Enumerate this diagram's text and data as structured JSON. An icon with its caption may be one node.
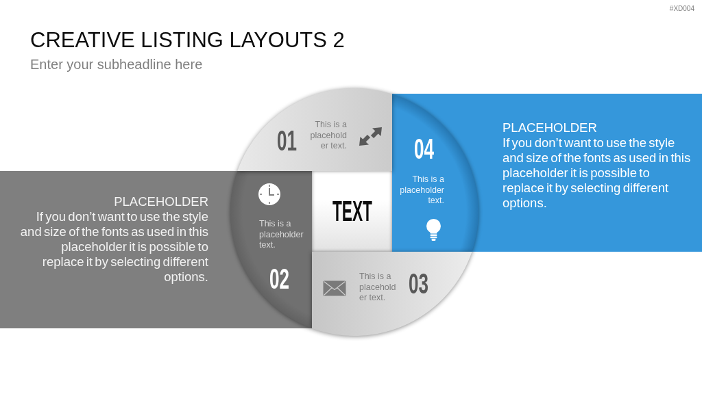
{
  "diagram": {
    "title": "CREATIVE LISTING LAYOUTS 2",
    "nodes": [
      {
        "text": [
          "01",
          "This is a placehold er text."
        ]
      },
      {
        "text": [
          "PLACEHOLDER",
          "If you don’t want to use the style and size of the fonts as used in this placeholder it is possible to replace it by selecting different options."
        ]
      },
      {
        "text": [
          "04",
          "This is a placeholder text."
        ],
        "in": 1
      },
      {
        "text": [
          "PLACEHOLDER",
          "If you don’t want to use the style and size of the fonts as used in this placeholder it is possible to replace it by selecting different options."
        ]
      },
      {
        "text": [
          "This is a placeholder text.",
          "02"
        ],
        "in": 3
      },
      {
        "text": [
          "TEXT"
        ]
      },
      {
        "text": [
          "This is a placehold er text.",
          "03"
        ]
      }
    ],
    "labels": [
      "#XD004",
      "Enter your subheadline here"
    ]
  }
}
